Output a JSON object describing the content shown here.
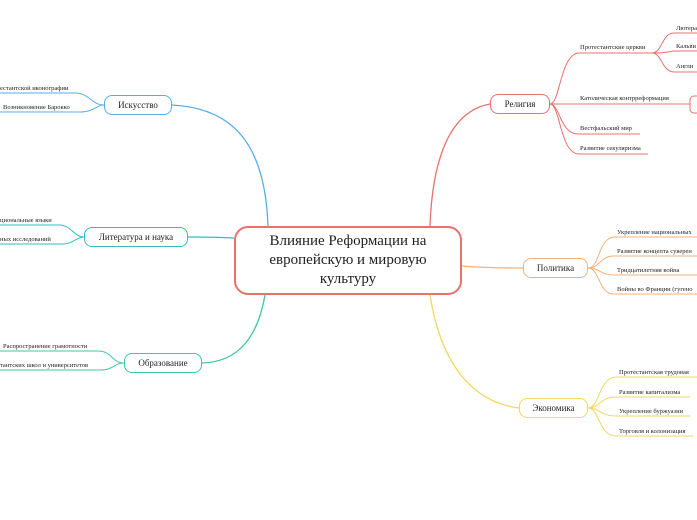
{
  "central": "Влияние Реформации на европейскую и мировую культуру",
  "colors": {
    "central": "#e8716c",
    "religion": "#e8716c",
    "politics": "#f4b07c",
    "economy": "#f2d760",
    "education": "#40c8a0",
    "science": "#2ebfbf",
    "art": "#56aee8"
  },
  "topics": {
    "religion": {
      "label": "Религия",
      "items": [
        "Протестантские церкви",
        "Католическая контрреформация",
        "Вестфальский мир",
        "Развитие секуляризма"
      ],
      "churches": [
        "Лютера",
        "Кальви",
        "Англи"
      ]
    },
    "politics": {
      "label": "Политика",
      "items": [
        "Укрепление национальных",
        "Развитие концепта суверен",
        "Тридцатилетняя война",
        "Войны во Франции (гугено"
      ]
    },
    "economy": {
      "label": "Экономика",
      "items": [
        "Протестантская трудовая",
        "Развитие капитализма",
        "Укрепление буржуазии",
        "Торговля и колонизация"
      ]
    },
    "art": {
      "label": "Искусство",
      "items": [
        "естантской иконографии",
        "Возникновение Барокко"
      ]
    },
    "science": {
      "label": "Литература и наука",
      "items": [
        "циональные языки",
        "ных исследований"
      ]
    },
    "education": {
      "label": "Образование",
      "items": [
        "Распространение грамотности",
        "тантских школ и университетов"
      ]
    }
  }
}
